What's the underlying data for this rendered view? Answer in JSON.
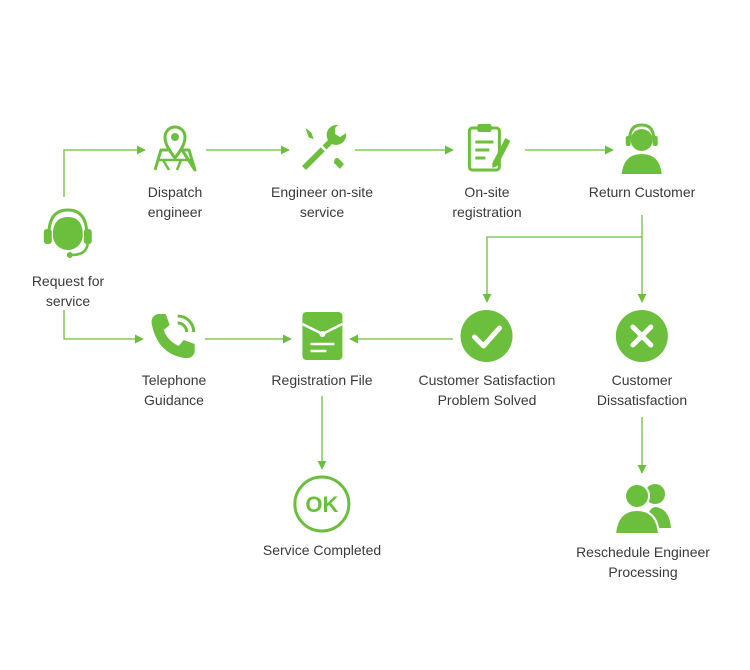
{
  "colors": {
    "accent": "#6cbf3c",
    "text": "#3a3a3a",
    "background": "#ffffff"
  },
  "nodes": {
    "request": {
      "icon": "headset-support-icon",
      "line1": "Request for",
      "line2": "service"
    },
    "dispatch": {
      "icon": "map-pin-icon",
      "line1": "Dispatch",
      "line2": "engineer"
    },
    "engineer_onsite": {
      "icon": "wrench-screwdriver-icon",
      "line1": "Engineer on-site",
      "line2": "service"
    },
    "onsite_registration": {
      "icon": "clipboard-pencil-icon",
      "line1": "On-site",
      "line2": "registration"
    },
    "return_customer": {
      "icon": "headset-person-icon",
      "line1": "Return Customer",
      "line2": ""
    },
    "telephone": {
      "icon": "phone-ringing-icon",
      "line1": "Telephone",
      "line2": "Guidance"
    },
    "registration_file": {
      "icon": "document-file-icon",
      "line1": "Registration File",
      "line2": ""
    },
    "satisfaction": {
      "icon": "check-circle-icon",
      "line1": "Customer Satisfaction",
      "line2": "Problem Solved"
    },
    "dissatisfaction": {
      "icon": "x-circle-icon",
      "line1": "Customer",
      "line2": "Dissatisfaction"
    },
    "service_completed": {
      "icon": "ok-circle-icon",
      "icon_text": "OK",
      "line1": "Service Completed",
      "line2": ""
    },
    "reschedule": {
      "icon": "users-icon",
      "line1": "Reschedule Engineer",
      "line2": "Processing"
    }
  }
}
